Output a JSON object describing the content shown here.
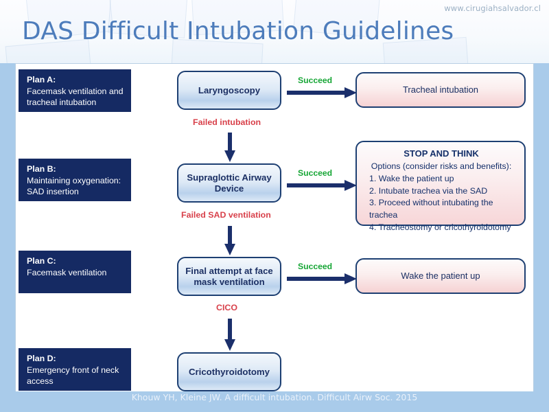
{
  "header": {
    "title": "DAS Difficult Intubation Guidelines",
    "watermark_url": "www.cirugiahsalvador.cl",
    "title_color": "#4d7cbb"
  },
  "footer": {
    "citation": "Khouw YH, Kleine JW. A difficult intubation. Difficult Airw Soc. 2015",
    "bar_color": "#a9cbea"
  },
  "colors": {
    "plan_box_bg": "#152a63",
    "flow_border": "#1d3f72",
    "fail_label": "#d8404a",
    "succeed_label": "#17a636",
    "arrow": "#1b2f6b",
    "panel_bg": "#ffffff"
  },
  "plans": [
    {
      "title": "Plan A:",
      "desc": "Facemask ventilation and tracheal intubation"
    },
    {
      "title": "Plan B:",
      "desc": "Maintaining oxygenation: SAD insertion"
    },
    {
      "title": "Plan C:",
      "desc": "Facemask ventilation"
    },
    {
      "title": "Plan D:",
      "desc": "Emergency front of neck access"
    }
  ],
  "flow": {
    "laryngoscopy": "Laryngoscopy",
    "sad": "Supraglottic Airway Device",
    "final_attempt": "Final attempt at face mask ventilation",
    "cricothyroidotomy": "Cricothyroidotomy",
    "tracheal_intubation": "Tracheal intubation",
    "wake_patient": "Wake the patient up"
  },
  "stop_and_think": {
    "title": "STOP AND THINK",
    "subtitle": "Options (consider risks and benefits):",
    "options": [
      "1. Wake the patient up",
      "2. Intubate trachea via the SAD",
      "3. Proceed without intubating the trachea",
      "4. Tracheostomy or cricothyroidotomy"
    ]
  },
  "labels": {
    "succeed_1": "Succeed",
    "succeed_2": "Succeed",
    "succeed_3": "Succeed",
    "failed_intubation": "Failed intubation",
    "failed_sad": "Failed SAD ventilation",
    "cico": "CICO"
  }
}
